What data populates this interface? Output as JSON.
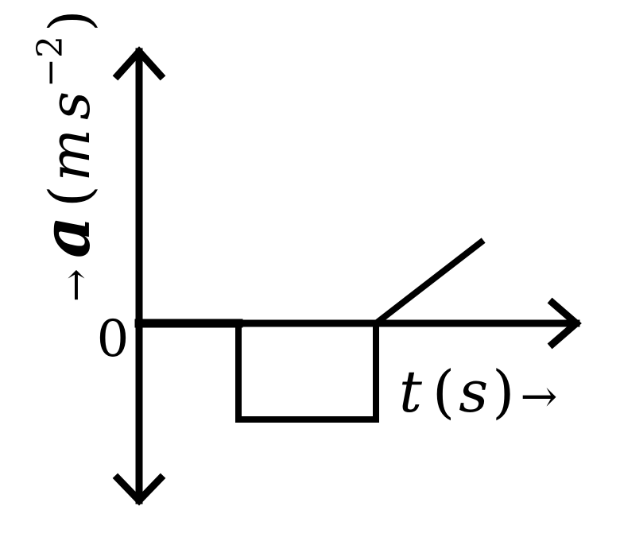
{
  "diagram": {
    "y_axis_label": {
      "arrow": "→",
      "variable": "a",
      "open": "(",
      "unit_m": "m",
      "unit_s": "s",
      "exponent": "−2",
      "close": ")"
    },
    "x_axis_label": {
      "variable": "t",
      "open": "(",
      "unit": "s",
      "close": ")",
      "arrow": "→"
    },
    "origin_label": "0"
  }
}
